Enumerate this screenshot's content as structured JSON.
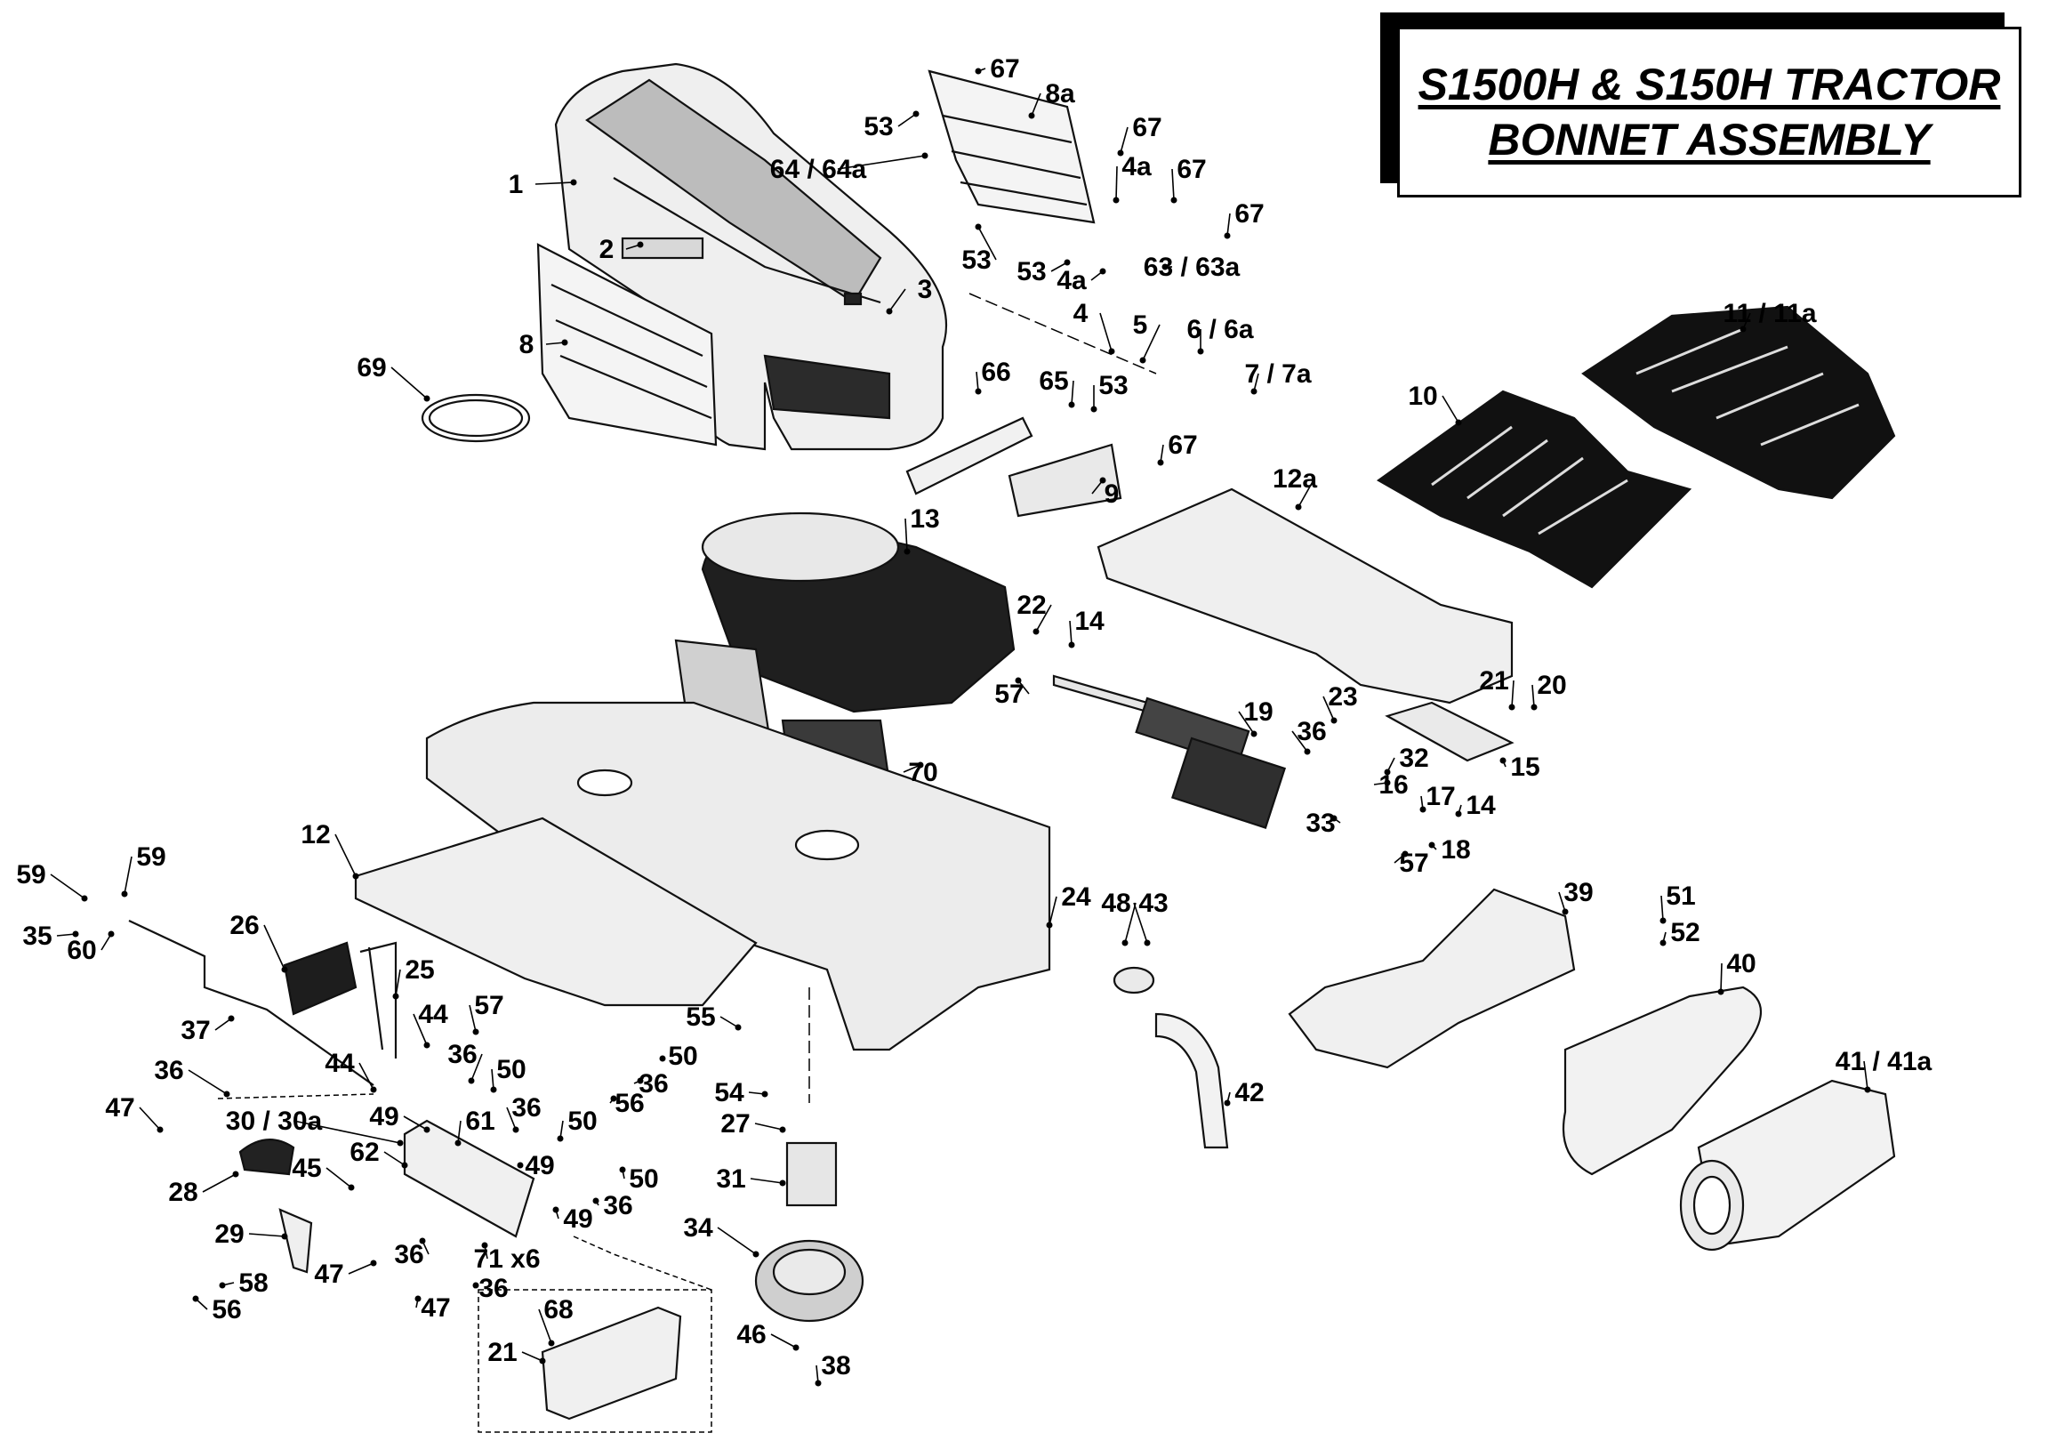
{
  "title": {
    "line1": "S1500H & S150H TRACTOR",
    "line2": "BONNET ASSEMBLY"
  },
  "callouts": [
    {
      "id": "c1",
      "text": "1"
    },
    {
      "id": "c2",
      "text": "2"
    },
    {
      "id": "c3",
      "text": "3"
    },
    {
      "id": "c8",
      "text": "8"
    },
    {
      "id": "c69",
      "text": "69"
    },
    {
      "id": "c67a",
      "text": "67"
    },
    {
      "id": "c8a",
      "text": "8a"
    },
    {
      "id": "c53a",
      "text": "53"
    },
    {
      "id": "c64",
      "text": "64 / 64a"
    },
    {
      "id": "c67b",
      "text": "67"
    },
    {
      "id": "c4a1",
      "text": "4a"
    },
    {
      "id": "c67c",
      "text": "67"
    },
    {
      "id": "c67d",
      "text": "67"
    },
    {
      "id": "c53b",
      "text": "53"
    },
    {
      "id": "c53c",
      "text": "53"
    },
    {
      "id": "c4a2",
      "text": "4a"
    },
    {
      "id": "c63",
      "text": "63 / 63a"
    },
    {
      "id": "c4",
      "text": "4"
    },
    {
      "id": "c5",
      "text": "5"
    },
    {
      "id": "c6",
      "text": "6 / 6a"
    },
    {
      "id": "c7",
      "text": "7 / 7a"
    },
    {
      "id": "c66",
      "text": "66"
    },
    {
      "id": "c65",
      "text": "65"
    },
    {
      "id": "c53d",
      "text": "53"
    },
    {
      "id": "c67e",
      "text": "67"
    },
    {
      "id": "c9",
      "text": "9"
    },
    {
      "id": "c11",
      "text": "11 / 11a"
    },
    {
      "id": "c10",
      "text": "10"
    },
    {
      "id": "c12a",
      "text": "12a"
    },
    {
      "id": "c13",
      "text": "13"
    },
    {
      "id": "c22",
      "text": "22"
    },
    {
      "id": "c14a",
      "text": "14"
    },
    {
      "id": "c57a",
      "text": "57"
    },
    {
      "id": "c21a",
      "text": "21"
    },
    {
      "id": "c20",
      "text": "20"
    },
    {
      "id": "c19",
      "text": "19"
    },
    {
      "id": "c23",
      "text": "23"
    },
    {
      "id": "c36a",
      "text": "36"
    },
    {
      "id": "c32",
      "text": "32"
    },
    {
      "id": "c15",
      "text": "15"
    },
    {
      "id": "c16",
      "text": "16"
    },
    {
      "id": "c17",
      "text": "17"
    },
    {
      "id": "c14b",
      "text": "14"
    },
    {
      "id": "c33",
      "text": "33"
    },
    {
      "id": "c57b",
      "text": "57"
    },
    {
      "id": "c18",
      "text": "18"
    },
    {
      "id": "c70",
      "text": "70"
    },
    {
      "id": "c12",
      "text": "12"
    },
    {
      "id": "c24",
      "text": "24"
    },
    {
      "id": "c48",
      "text": "48"
    },
    {
      "id": "c43",
      "text": "43"
    },
    {
      "id": "c39",
      "text": "39"
    },
    {
      "id": "c51",
      "text": "51"
    },
    {
      "id": "c52",
      "text": "52"
    },
    {
      "id": "c40",
      "text": "40"
    },
    {
      "id": "c41",
      "text": "41 / 41a"
    },
    {
      "id": "c42",
      "text": "42"
    },
    {
      "id": "c59a",
      "text": "59"
    },
    {
      "id": "c59b",
      "text": "59"
    },
    {
      "id": "c35",
      "text": "35"
    },
    {
      "id": "c60",
      "text": "60"
    },
    {
      "id": "c26",
      "text": "26"
    },
    {
      "id": "c25",
      "text": "25"
    },
    {
      "id": "c37",
      "text": "37"
    },
    {
      "id": "c44a",
      "text": "44"
    },
    {
      "id": "c57c",
      "text": "57"
    },
    {
      "id": "c44b",
      "text": "44"
    },
    {
      "id": "c36b",
      "text": "36"
    },
    {
      "id": "c50a",
      "text": "50"
    },
    {
      "id": "c55",
      "text": "55"
    },
    {
      "id": "c50b",
      "text": "50"
    },
    {
      "id": "c36c",
      "text": "36"
    },
    {
      "id": "c56a",
      "text": "56"
    },
    {
      "id": "c36d",
      "text": "36"
    },
    {
      "id": "c47a",
      "text": "47"
    },
    {
      "id": "c30",
      "text": "30 / 30a"
    },
    {
      "id": "c49a",
      "text": "49"
    },
    {
      "id": "c61",
      "text": "61"
    },
    {
      "id": "c36e",
      "text": "36"
    },
    {
      "id": "c50c",
      "text": "50"
    },
    {
      "id": "c54",
      "text": "54"
    },
    {
      "id": "c27",
      "text": "27"
    },
    {
      "id": "c62",
      "text": "62"
    },
    {
      "id": "c28",
      "text": "28"
    },
    {
      "id": "c45",
      "text": "45"
    },
    {
      "id": "c49b",
      "text": "49"
    },
    {
      "id": "c50d",
      "text": "50"
    },
    {
      "id": "c31",
      "text": "31"
    },
    {
      "id": "c49c",
      "text": "49"
    },
    {
      "id": "c36f",
      "text": "36"
    },
    {
      "id": "c29",
      "text": "29"
    },
    {
      "id": "c47b",
      "text": "47"
    },
    {
      "id": "c36g",
      "text": "36"
    },
    {
      "id": "c71",
      "text": "71 x6"
    },
    {
      "id": "c34",
      "text": "34"
    },
    {
      "id": "c58",
      "text": "58"
    },
    {
      "id": "c56b",
      "text": "56"
    },
    {
      "id": "c47c",
      "text": "47"
    },
    {
      "id": "c36h",
      "text": "36"
    },
    {
      "id": "c68",
      "text": "68"
    },
    {
      "id": "c21b",
      "text": "21"
    },
    {
      "id": "c46",
      "text": "46"
    },
    {
      "id": "c38",
      "text": "38"
    }
  ]
}
